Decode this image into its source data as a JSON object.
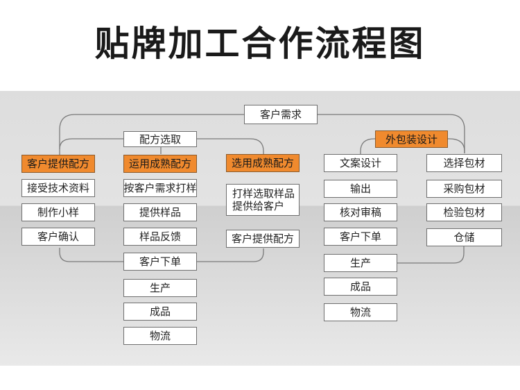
{
  "title": "贴牌加工合作流程图",
  "colors": {
    "highlight": "#f08a2e",
    "box_border": "#6e6e6e",
    "panel": "#e1e1e1",
    "line": "#7a7a7a"
  },
  "top_node": "客户需求",
  "left_branch": {
    "header": "配方选取",
    "col1": {
      "header": "客户提供配方",
      "items": [
        "接受技术资料",
        "制作小样",
        "客户确认"
      ]
    },
    "col2": {
      "header": "运用成熟配方",
      "items": [
        "按客户需求打样",
        "提供样品",
        "样品反馈"
      ]
    },
    "col3": {
      "header": "选用成熟配方",
      "items": [
        "打样选取样品\n提供给客户",
        "客户提供配方"
      ]
    },
    "merge": "客户下单",
    "tail": [
      "生产",
      "成品",
      "物流"
    ]
  },
  "right_branch": {
    "header": "外包装设计",
    "col1": {
      "items": [
        "文案设计",
        "输出",
        "核对审稿",
        "客户下单",
        "生产",
        "成品",
        "物流"
      ]
    },
    "col2": {
      "items": [
        "选择包材",
        "采购包材",
        "检验包材",
        "仓储"
      ]
    }
  }
}
